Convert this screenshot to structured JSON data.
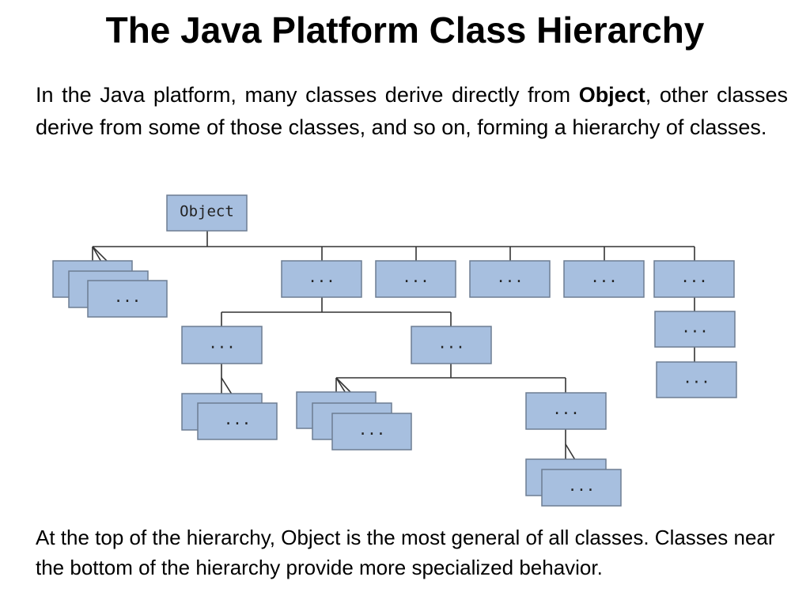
{
  "slide": {
    "title": "The Java Platform Class Hierarchy",
    "intro_before": "In the Java platform, many classes derive directly from ",
    "intro_bold": "Object",
    "intro_after": ", other classes derive from some of those classes, and so on, forming a hierarchy of classes.",
    "outro": "At the top of the hierarchy, Object is the most general of all classes. Classes near the bottom of the hierarchy provide more specialized behavior."
  },
  "diagram": {
    "colors": {
      "node_fill": "#a7bfdf",
      "node_border": "#6d7d92",
      "edge": "#333333"
    },
    "root_label": "Object",
    "placeholder_label": "..."
  }
}
